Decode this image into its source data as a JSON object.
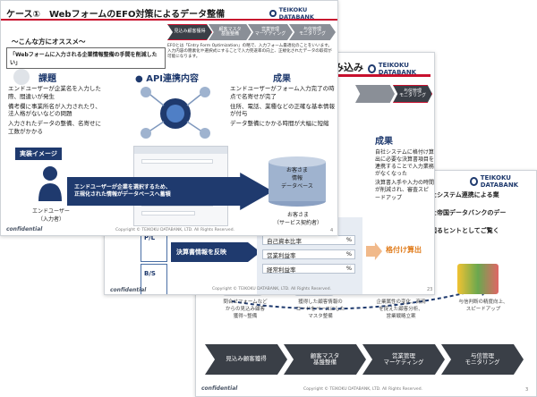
{
  "slide3": {
    "logo": "TEIKOKU DATABANK",
    "lines": [
      "用したシステム連携による業",
      "された帝国データバンクのデー",
      "化を図るヒントとしてご覧く"
    ],
    "icon_captions": [
      "問合せフォームなど\nからの見込み顧客\n獲得~整備",
      "獲得した顧客情報の\nコードをベースにした\nマスタ整備",
      "企業属性の変化、商流\nを捉えた顧客分析、\n営業戦略立案",
      "与信判断の精度向上、\nスピードアップ"
    ],
    "steps": [
      "見込み顧客獲得",
      "顧客マスタ\n基盤整備",
      "営業管理\nマーケティング",
      "与信管理\nモニタリング"
    ],
    "confidential": "confidential",
    "copyright": "Copyright © TEIKOKU DATABANK, LTD. All Rights Reserved.",
    "page": "3"
  },
  "slide2": {
    "title": "み込み",
    "logo": "TEIKOKU DATABANK",
    "chev_label": "与信管理\nモニタリング",
    "result_head": "成果",
    "results": [
      "自社システムに格付け算出に必要な決算書項目を連携することで入力業務がなくなった",
      "決算書入手や入力の時間が削減され、審査スピードアップ"
    ],
    "pl": "P/L",
    "bs": "B/S",
    "reflect": "決算書情報を反映",
    "rows": [
      "自己資本比率",
      "営業利益率",
      "経常利益率"
    ],
    "unit": "%",
    "rating": "格付け算出",
    "confidential": "confidential",
    "copyright": "Copyright © TEIKOKU DATABANK, LTD. All Rights Reserved.",
    "page": "23"
  },
  "slide1": {
    "title": "ケース①　WebフォームのEFO対策によるデータ整備",
    "logo": "TEIKOKU DATABANK",
    "chevrons": [
      "見込み顧客獲得",
      "顧客マスタ\n基盤整備",
      "営業管理\nマーケティング",
      "与信管理\nモニタリング"
    ],
    "recommend": "～こんな方にオススメ～",
    "desc": "EFOとは「Entry Form Optimization」の略で、入力フォーム最適化のことをいいます。入力内容の簡素化や選択式にすることで入力完遂率の向上、正規化されたデータの取得が可能になります。",
    "quote": "「Webフォームに入力される企業情報整備の手間を削減したい」",
    "issue_head": "課題",
    "issues": [
      "エンドユーザーが企業名を入力した際、間違いが発生",
      "備考欄に事業所名が入力されたり、法人格がないなどの問題",
      "入力されたデータの整備、名寄せに工数がかかる"
    ],
    "api_head": "API連携内容",
    "result_head": "成果",
    "results": [
      "エンドユーザーがフォーム入力完了の時点で名寄せが完了",
      "住所、電話、業種などの正確な基本情報が付与",
      "データ整備にかかる時間が大幅に短縮"
    ],
    "impl_label": "実装イメージ",
    "enduser": "エンドユーザー\n（入力者）",
    "arrow_text": "エンドユーザーが企業を選択するため、\n正規化された情報がデータベースへ蓄積",
    "db_text": "お客さま\n情報\nデータベース",
    "customer": "お客さま\n（サービス契約者）",
    "confidential": "confidential",
    "copyright": "Copyright © TEIKOKU DATABANK, LTD. All Rights Reserved.",
    "page": "4"
  }
}
